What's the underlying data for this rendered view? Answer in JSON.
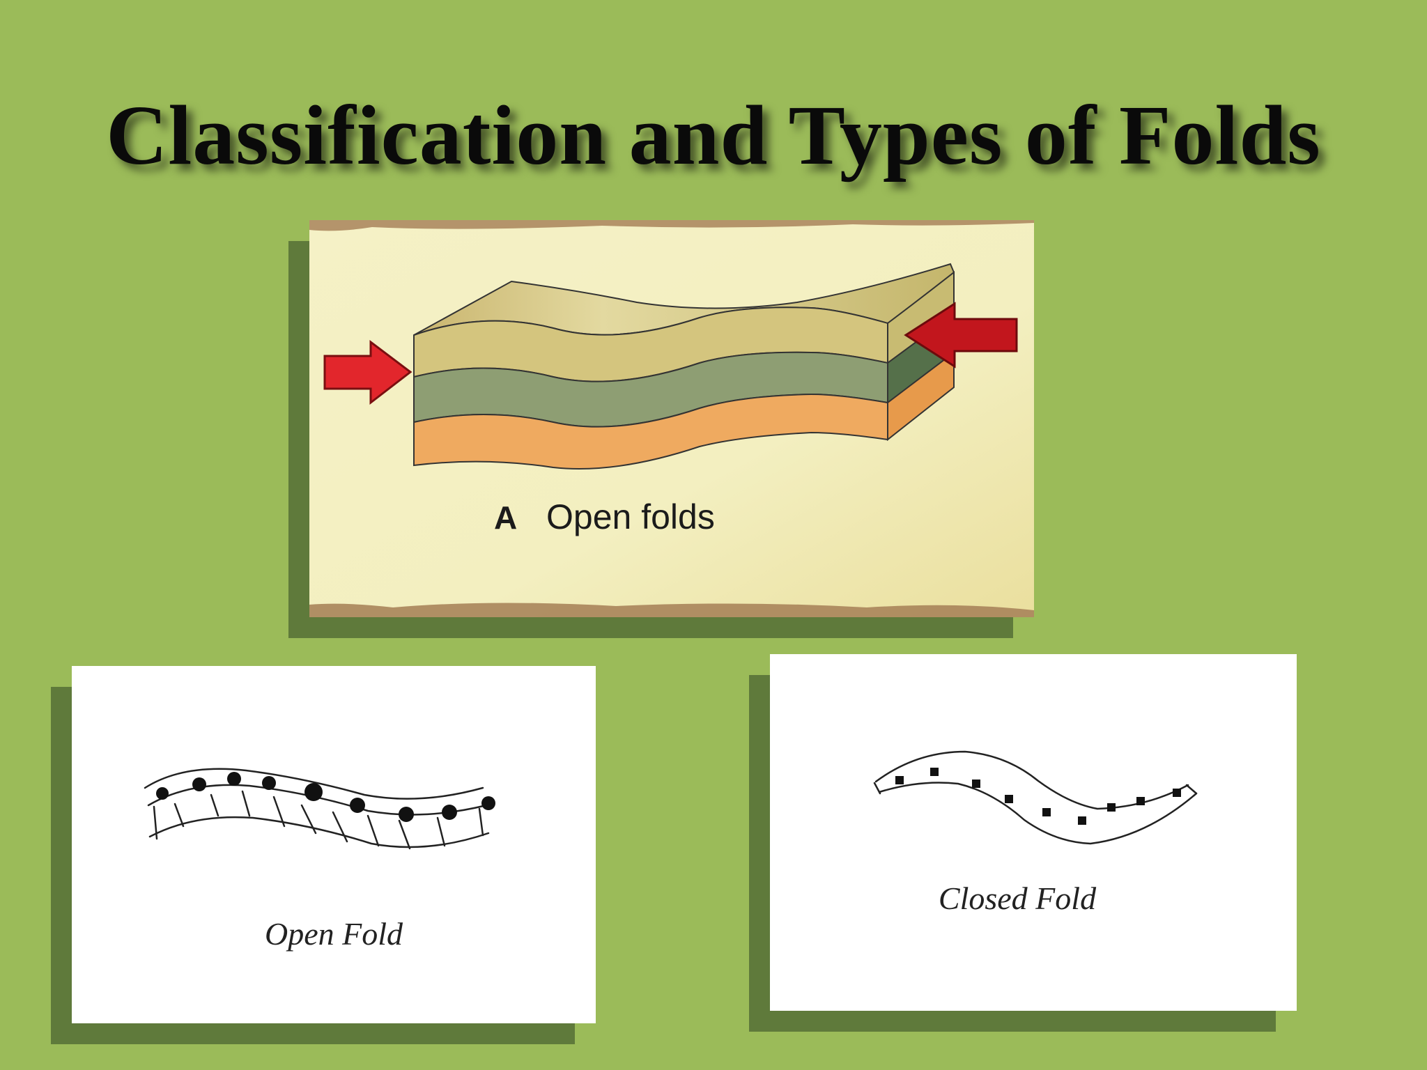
{
  "slide": {
    "title": "Classification and Types of Folds",
    "background_color": "#9bbb59",
    "shadow_color": "#5f7a3b"
  },
  "top_figure": {
    "label_letter": "A",
    "caption": "Open folds",
    "arrow_color": "#d8202a",
    "layer_colors": {
      "top": "#cfc27a",
      "middle": "#8e9e73",
      "bottom": "#efaa60"
    }
  },
  "left_figure": {
    "caption": "Open Fold"
  },
  "right_figure": {
    "caption": "Closed Fold"
  }
}
